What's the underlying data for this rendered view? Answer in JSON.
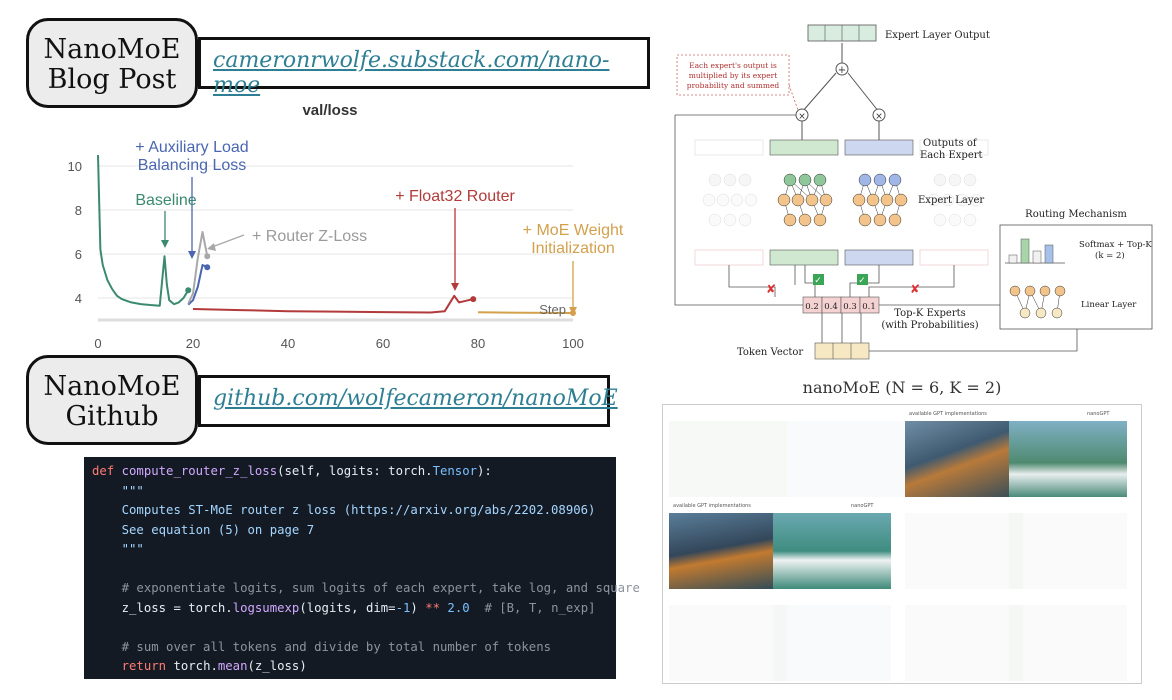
{
  "blog": {
    "label_line1": "NanoMoE",
    "label_line2": "Blog Post",
    "url": "cameronrwolfe.substack.com/nano-moe"
  },
  "github": {
    "label_line1": "NanoMoE",
    "label_line2": "Github",
    "url": "github.com/wolfecameron/nanoMoE"
  },
  "chart": {
    "title": "val/loss",
    "annotations": {
      "aux_line1": "+ Auxiliary Load",
      "aux_line2": "Balancing Loss",
      "baseline": "Baseline",
      "zloss": "+ Router Z-Loss",
      "float32": "+ Float32 Router",
      "init_line1": "+ MoE Weight",
      "init_line2": "Initialization",
      "step": "Step"
    },
    "colors": {
      "baseline": "#3b8a6e",
      "aux": "#4a66b0",
      "zloss": "#a8a8a8",
      "float32": "#b23a3a",
      "init": "#d4a04c"
    }
  },
  "chart_data": {
    "type": "line",
    "title": "val/loss",
    "xlabel": "Step",
    "ylabel": "",
    "xlim": [
      0,
      100
    ],
    "ylim": [
      3,
      10.5
    ],
    "xticks": [
      0,
      20,
      40,
      60,
      80,
      100
    ],
    "yticks": [
      4,
      6,
      8,
      10
    ],
    "series": [
      {
        "name": "Baseline",
        "color": "#3b8a6e",
        "x": [
          0,
          0.5,
          1,
          2,
          3,
          4,
          5,
          7,
          9,
          11,
          13,
          14,
          14.5,
          15,
          16,
          17,
          18,
          19
        ],
        "y": [
          10.5,
          6.2,
          5.5,
          4.8,
          4.4,
          4.1,
          3.95,
          3.8,
          3.72,
          3.68,
          3.65,
          5.9,
          4.6,
          3.9,
          3.72,
          3.8,
          4.0,
          4.35
        ]
      },
      {
        "name": "+ Auxiliary Load Balancing Loss",
        "color": "#4a66b0",
        "x": [
          19,
          20,
          21,
          22,
          23
        ],
        "y": [
          3.7,
          3.9,
          4.5,
          5.5,
          5.4
        ]
      },
      {
        "name": "+ Router Z-Loss",
        "color": "#a8a8a8",
        "x": [
          19,
          20,
          21,
          22,
          23
        ],
        "y": [
          3.75,
          4.2,
          5.8,
          7.0,
          5.9
        ]
      },
      {
        "name": "+ Float32 Router",
        "color": "#b23a3a",
        "x": [
          20,
          30,
          40,
          50,
          60,
          70,
          73,
          75,
          76,
          77,
          78,
          79
        ],
        "y": [
          3.5,
          3.45,
          3.4,
          3.38,
          3.36,
          3.34,
          3.4,
          4.1,
          3.8,
          3.85,
          3.9,
          3.95
        ]
      },
      {
        "name": "+ MoE Weight Initialization",
        "color": "#d4a04c",
        "x": [
          80,
          90,
          100
        ],
        "y": [
          3.35,
          3.33,
          3.32
        ]
      }
    ]
  },
  "diagram": {
    "expert_output": "Expert Layer Output",
    "note_line1": "Each expert's output is",
    "note_line2": "multiplied by its expert",
    "note_line3": "probability and summed",
    "outputs_line1": "Outputs of",
    "outputs_line2": "Each Expert",
    "expert_layer": "Expert Layer",
    "routing": "Routing Mechanism",
    "softmax_line1": "Softmax + Top-K",
    "softmax_line2": "(k = 2)",
    "linear": "Linear Layer",
    "topk_line1": "Top-K Experts",
    "topk_line2": "(with Probabilities)",
    "token": "Token Vector",
    "probs": [
      "0.2",
      "0.4",
      "0.3",
      "0.1"
    ]
  },
  "nanomoe_title": "nanoMoE (N = 6, K = 2)",
  "thumb_caption": "available GPT implementations",
  "thumb_logo": "nanoGPT",
  "code": {
    "l1a": "def ",
    "l1b": "compute_router_z_loss",
    "l1c": "(self, logits: torch.",
    "l1d": "Tensor",
    "l1e": "):",
    "l2": "\"\"\"",
    "l3": "Computes ST-MoE router z loss (https://arxiv.org/abs/2202.08906)",
    "l4": "See equation (5) on page 7",
    "l5": "\"\"\"",
    "l7": "# exponentiate logits, sum logits of each expert, take log, and square",
    "l8a": "z_loss = torch.",
    "l8b": "logsumexp",
    "l8c": "(logits, dim=",
    "l8d": "-1",
    "l8e": ") ",
    "l8f": "**",
    "l8g": " 2.0",
    "l8h": "  # [B, T, n_exp]",
    "l10": "# sum over all tokens and divide by total number of tokens",
    "l11a": "return",
    "l11b": " torch.",
    "l11c": "mean",
    "l11d": "(z_loss)"
  }
}
